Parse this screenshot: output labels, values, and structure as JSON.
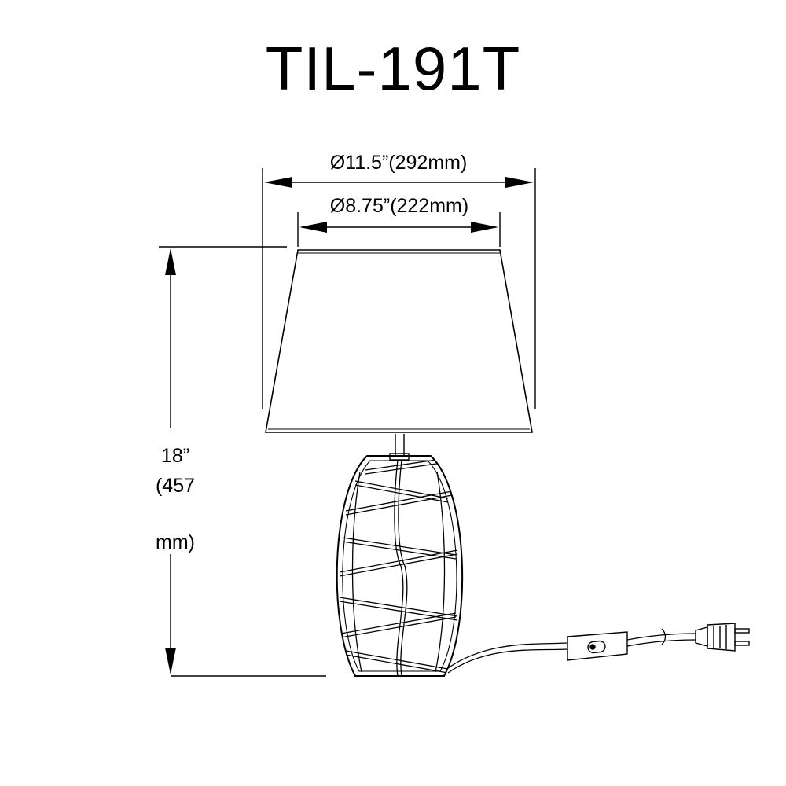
{
  "title": "TIL-191T",
  "dimensions": {
    "shade_bottom_diameter": "Ø11.5”(292mm)",
    "shade_top_diameter": "Ø8.75”(222mm)",
    "height_line1": "18”",
    "height_line2": "(457",
    "height_line3": "mm)"
  },
  "colors": {
    "line": "#000000",
    "background": "#ffffff"
  }
}
